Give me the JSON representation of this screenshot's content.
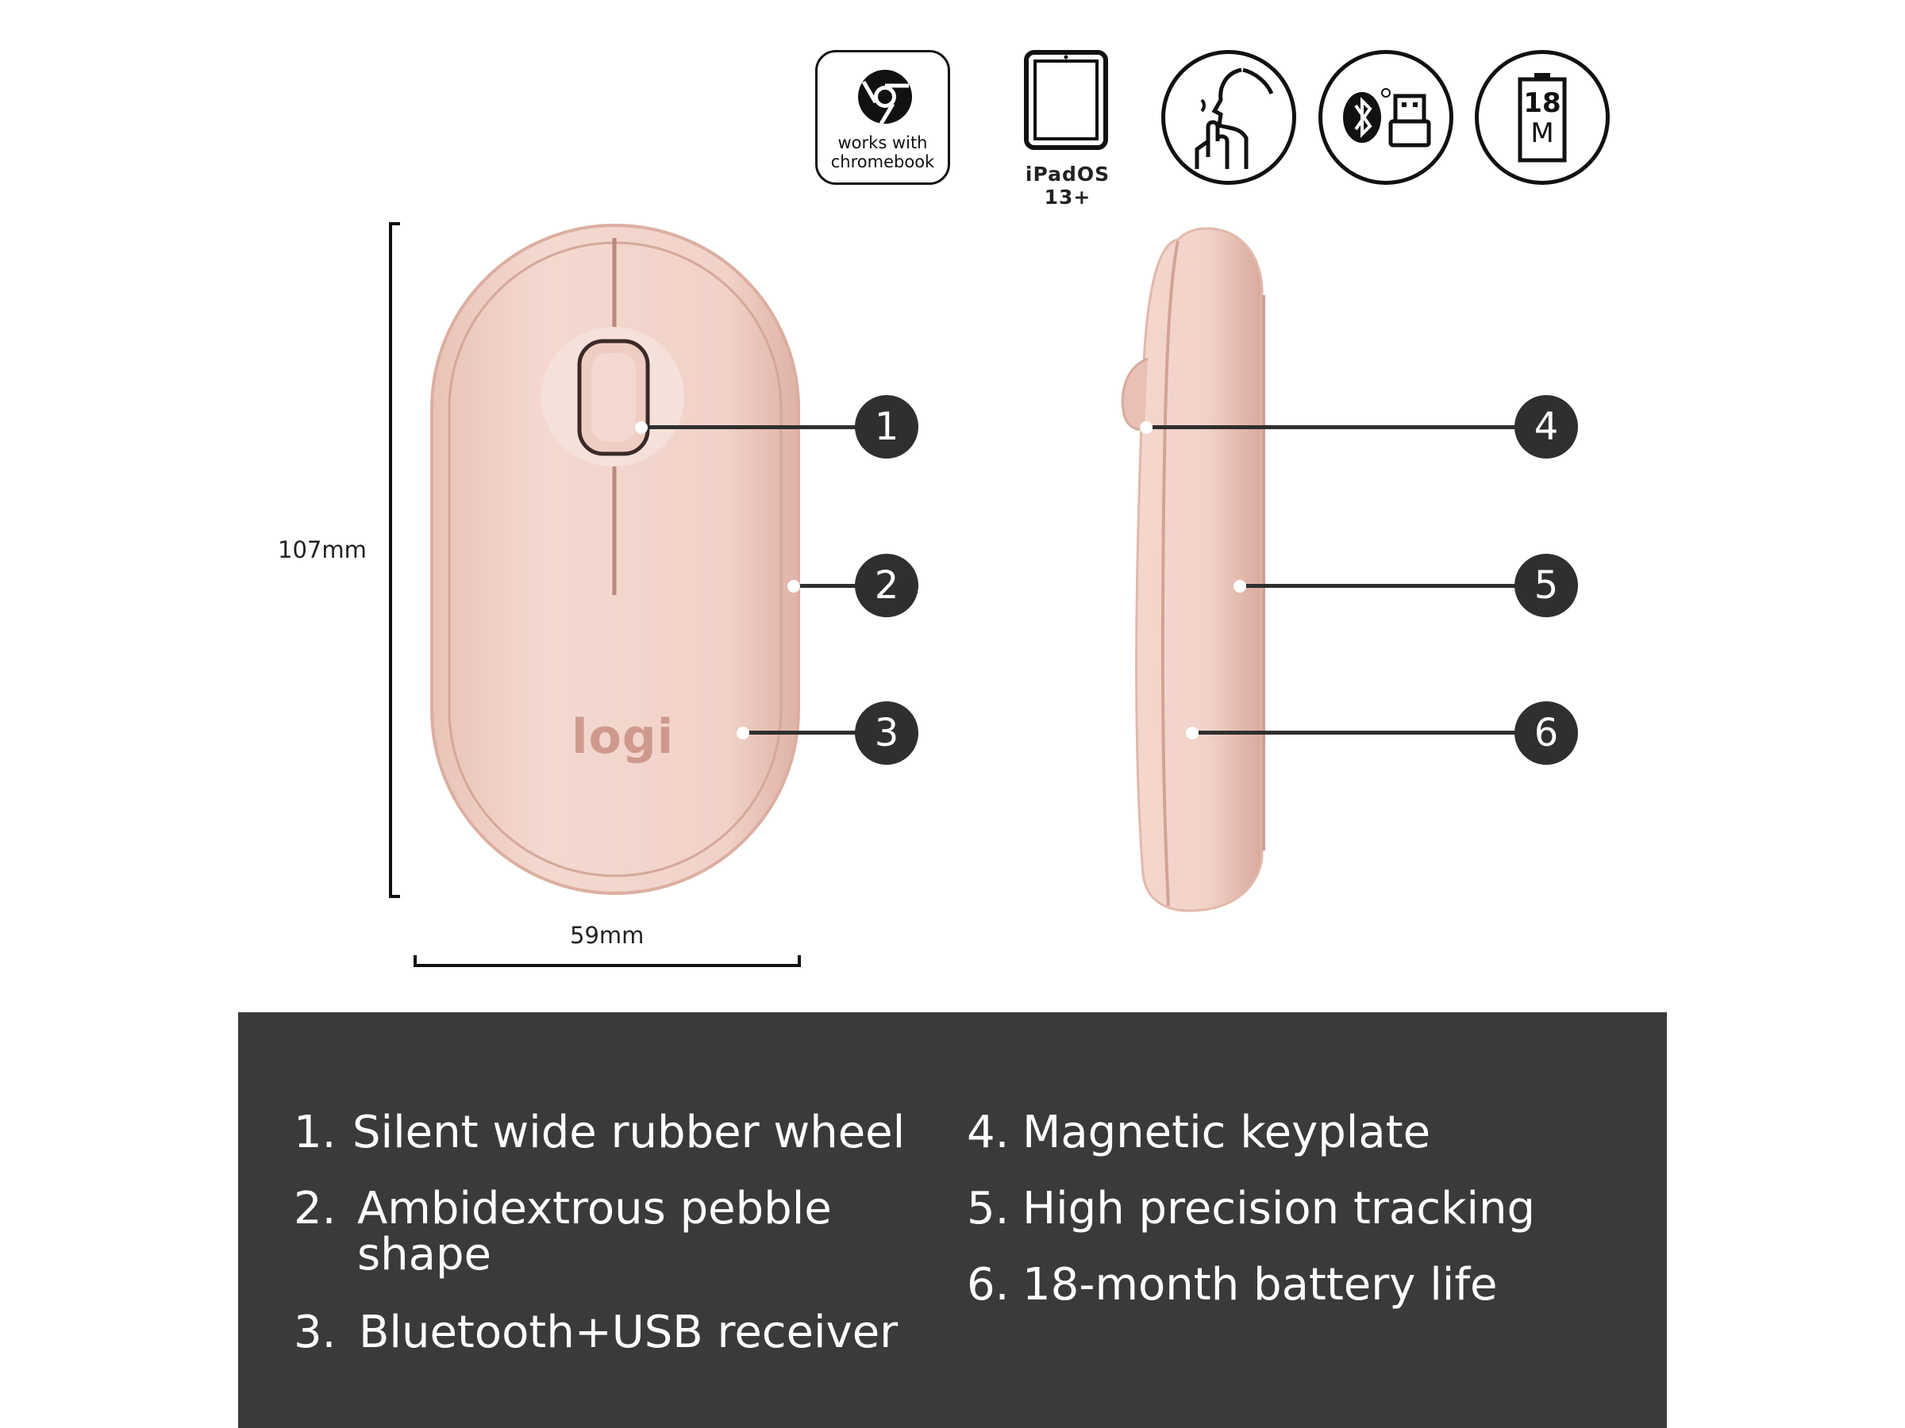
{
  "badges": {
    "chromebook": {
      "line1": "works with",
      "line2": "chromebook",
      "icon": "chrome-icon"
    },
    "ipad": {
      "label": "iPadOS 13+",
      "icon": "tablet-icon"
    },
    "silent": {
      "icon": "silent-click-icon"
    },
    "connectivity": {
      "icon": "bluetooth-usb-icon"
    },
    "battery": {
      "value": "18",
      "unit": "M",
      "icon": "battery-icon"
    }
  },
  "dimensions": {
    "height": "107mm",
    "width": "59mm"
  },
  "logo_text": "logi",
  "callouts": [
    "1",
    "2",
    "3",
    "4",
    "5",
    "6"
  ],
  "features": [
    {
      "num": "1.",
      "text": "Silent wide rubber wheel"
    },
    {
      "num": "2.",
      "text": "Ambidextrous pebble",
      "text2": "shape"
    },
    {
      "num": "3.",
      "text": "Bluetooth+USB receiver"
    },
    {
      "num": "4.",
      "text": "Magnetic keyplate"
    },
    {
      "num": "5.",
      "text": "High precision tracking"
    },
    {
      "num": "6.",
      "text": "18-month battery life"
    }
  ],
  "colors": {
    "mouse": "#f2d3cb",
    "panel": "#3a3a3a",
    "callout": "#2f2f2f"
  }
}
